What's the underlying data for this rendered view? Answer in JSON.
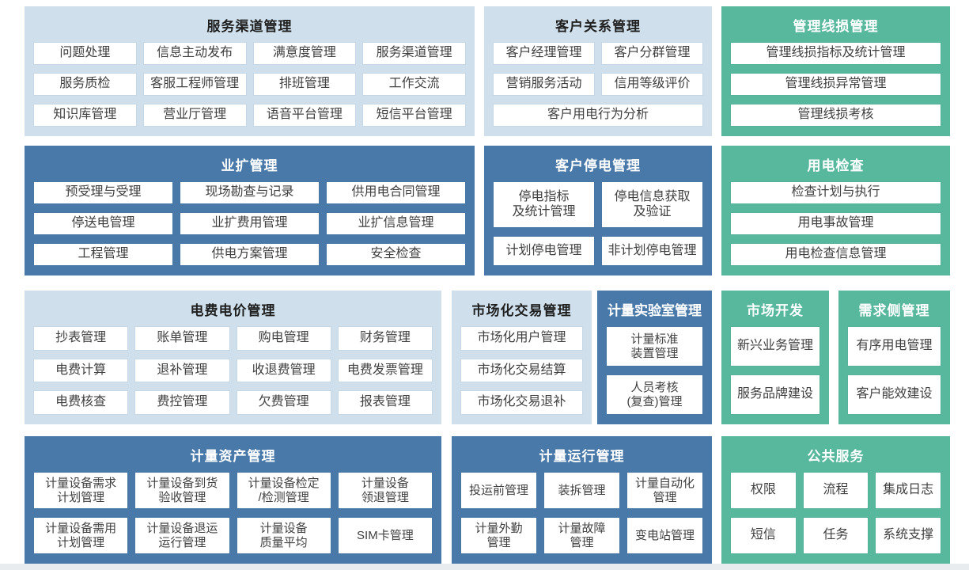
{
  "page": {
    "background": "#ffffff",
    "footer_strip_color": "#e9ecef"
  },
  "themes": {
    "light": {
      "bg": "#cfe0ec",
      "header_color": "#1f1f1f"
    },
    "dark": {
      "bg": "#4979a8",
      "header_color": "#ffffff"
    },
    "teal": {
      "bg": "#58b89d",
      "header_color": "#ffffff"
    }
  },
  "item_style": {
    "bg": "#ffffff",
    "text_color": "#404040"
  },
  "blocks": [
    {
      "key": "service-channel",
      "title": "服务渠道管理",
      "theme": "light",
      "cols": 4,
      "items": [
        {
          "label": "问题处理"
        },
        {
          "label": "信息主动发布"
        },
        {
          "label": "满意度管理"
        },
        {
          "label": "服务渠道管理"
        },
        {
          "label": "服务质检"
        },
        {
          "label": "客服工程师管理"
        },
        {
          "label": "排班管理"
        },
        {
          "label": "工作交流"
        },
        {
          "label": "知识库管理"
        },
        {
          "label": "营业厅管理"
        },
        {
          "label": "语音平台管理"
        },
        {
          "label": "短信平台管理"
        }
      ]
    },
    {
      "key": "customer-relation",
      "title": "客户关系管理",
      "theme": "light",
      "cols": 2,
      "items": [
        {
          "label": "客户经理管理"
        },
        {
          "label": "客户分群管理"
        },
        {
          "label": "营销服务活动"
        },
        {
          "label": "信用等级评价"
        },
        {
          "label": "客户用电行为分析",
          "span": 2
        }
      ]
    },
    {
      "key": "line-loss",
      "title": "管理线损管理",
      "theme": "teal",
      "cols": 1,
      "items": [
        {
          "label": "管理线损指标及统计管理"
        },
        {
          "label": "管理线损异常管理"
        },
        {
          "label": "管理线损考核"
        }
      ]
    },
    {
      "key": "business-expansion",
      "title": "业扩管理",
      "theme": "dark",
      "cols": 3,
      "items": [
        {
          "label": "预受理与受理"
        },
        {
          "label": "现场勘查与记录"
        },
        {
          "label": "供用电合同管理"
        },
        {
          "label": "停送电管理"
        },
        {
          "label": "业扩费用管理"
        },
        {
          "label": "业扩信息管理"
        },
        {
          "label": "工程管理"
        },
        {
          "label": "供电方案管理"
        },
        {
          "label": "安全检查"
        }
      ]
    },
    {
      "key": "customer-outage",
      "title": "客户停电管理",
      "theme": "dark",
      "cols": 2,
      "items": [
        {
          "label": "停电指标\n及统计管理"
        },
        {
          "label": "停电信息获取\n及验证"
        },
        {
          "label": "计划停电管理"
        },
        {
          "label": "非计划停电管理"
        }
      ]
    },
    {
      "key": "power-inspection",
      "title": "用电检查",
      "theme": "teal",
      "cols": 1,
      "items": [
        {
          "label": "检查计划与执行"
        },
        {
          "label": "用电事故管理"
        },
        {
          "label": "用电检查信息管理"
        }
      ]
    },
    {
      "key": "fee-price",
      "title": "电费电价管理",
      "theme": "light",
      "cols": 4,
      "items": [
        {
          "label": "抄表管理"
        },
        {
          "label": "账单管理"
        },
        {
          "label": "购电管理"
        },
        {
          "label": "财务管理"
        },
        {
          "label": "电费计算"
        },
        {
          "label": "退补管理"
        },
        {
          "label": "收退费管理"
        },
        {
          "label": "电费发票管理"
        },
        {
          "label": "电费核查"
        },
        {
          "label": "费控管理"
        },
        {
          "label": "欠费管理"
        },
        {
          "label": "报表管理"
        }
      ]
    },
    {
      "key": "market-trading",
      "title": "市场化交易管理",
      "theme": "light",
      "cols": 1,
      "items": [
        {
          "label": "市场化用户管理"
        },
        {
          "label": "市场化交易结算"
        },
        {
          "label": "市场化交易退补"
        }
      ]
    },
    {
      "key": "metering-lab",
      "title": "计量实验室管理",
      "theme": "dark",
      "cols": 1,
      "items": [
        {
          "label": "计量标准\n装置管理"
        },
        {
          "label": "人员考核\n(复查)管理"
        }
      ]
    },
    {
      "key": "market-development",
      "title": "市场开发",
      "theme": "teal",
      "cols": 1,
      "items": [
        {
          "label": "新兴业务管理"
        },
        {
          "label": "服务品牌建设"
        }
      ]
    },
    {
      "key": "demand-side",
      "title": "需求侧管理",
      "theme": "teal",
      "cols": 1,
      "items": [
        {
          "label": "有序用电管理"
        },
        {
          "label": "客户能效建设"
        }
      ]
    },
    {
      "key": "metering-asset",
      "title": "计量资产管理",
      "theme": "dark",
      "cols": 4,
      "items": [
        {
          "label": "计量设备需求\n计划管理"
        },
        {
          "label": "计量设备到货\n验收管理"
        },
        {
          "label": "计量设备检定\n/检测管理"
        },
        {
          "label": "计量设备\n领退管理"
        },
        {
          "label": "计量设备需用\n计划管理"
        },
        {
          "label": "计量设备退运\n运行管理"
        },
        {
          "label": "计量设备\n质量平均"
        },
        {
          "label": "SIM卡管理"
        }
      ]
    },
    {
      "key": "metering-operation",
      "title": "计量运行管理",
      "theme": "dark",
      "cols": 3,
      "items": [
        {
          "label": "投运前管理"
        },
        {
          "label": "装拆管理"
        },
        {
          "label": "计量自动化\n管理"
        },
        {
          "label": "计量外勤\n管理"
        },
        {
          "label": "计量故障\n管理"
        },
        {
          "label": "变电站管理"
        }
      ]
    },
    {
      "key": "public-services",
      "title": "公共服务",
      "theme": "teal",
      "cols": 3,
      "items": [
        {
          "label": "权限"
        },
        {
          "label": "流程"
        },
        {
          "label": "集成日志"
        },
        {
          "label": "短信"
        },
        {
          "label": "任务"
        },
        {
          "label": "系统支撑"
        }
      ]
    }
  ]
}
